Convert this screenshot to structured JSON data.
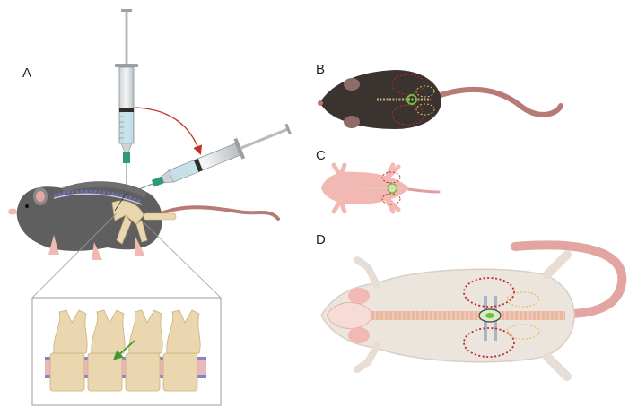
{
  "panels": {
    "a": {
      "label": "A"
    },
    "b": {
      "label": "B"
    },
    "c": {
      "label": "C"
    },
    "d": {
      "label": "D"
    }
  },
  "colors": {
    "mouse_dark": "#4a4a4a",
    "mouse_gray": "#6d6d6d",
    "mouse_black": "#3b3330",
    "skin_pink": "#f2b9b4",
    "tail": "#b77a77",
    "nude_body": "#ece5de",
    "vertebra": "#ead7b0",
    "spinal_cord": "#c9c4ea",
    "spinal_cord_blue": "#6a70b6",
    "disc_pink": "#ecb6bd",
    "target_green": "#6fbf3d",
    "needle_green": "#2f9a7a",
    "arrow_red": "#c23226",
    "dotted_red": "#c2282a",
    "dotted_yellow": "#e0c25a"
  },
  "icons": {
    "syringe_vertical": "syringe-icon",
    "syringe_angled": "syringe-icon",
    "curved_arrow": "curved-arrow-icon",
    "green_arrow": "arrow-icon"
  }
}
